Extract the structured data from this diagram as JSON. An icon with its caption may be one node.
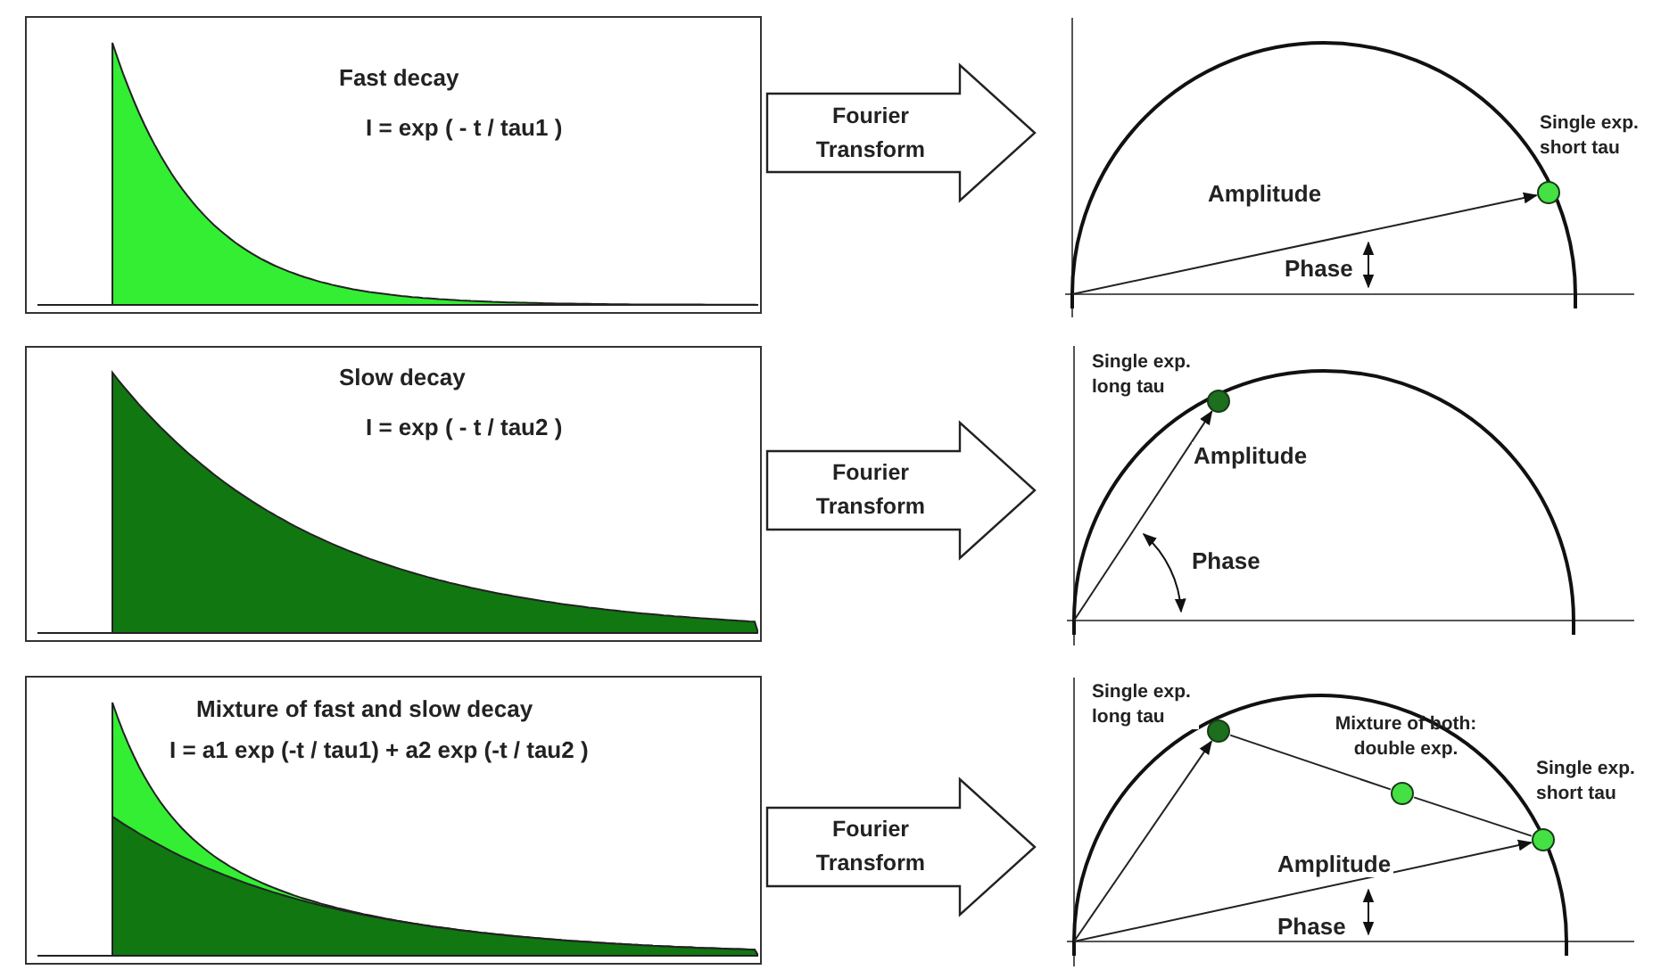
{
  "diagram": {
    "nodes": [
      {
        "text": [
          "Fast decay",
          "I = exp ( - t / tau1 )"
        ]
      },
      {
        "text": [],
        "shape": "picture"
      },
      {
        "text": [],
        "shape": "circle",
        "in": 1,
        "beside": [
          "Single exp. short tau"
        ]
      },
      {
        "text": [
          "Slow decay",
          "I = exp ( - t / tau2 )"
        ]
      },
      {
        "text": [],
        "shape": "picture"
      },
      {
        "text": [],
        "shape": "circle",
        "in": 4,
        "beside": [
          "Single exp. long tau"
        ]
      },
      {
        "text": [
          "Mixture of fast and slow decay",
          "I = a1 exp (-t / tau1) + a2 exp (-t / tau2 )"
        ]
      },
      {
        "text": [],
        "shape": "picture"
      },
      {
        "text": [],
        "shape": "circle",
        "in": 7,
        "beside": [
          "Single exp. long tau"
        ]
      },
      {
        "text": [],
        "shape": "circle",
        "in": 7,
        "beside": [
          "Mixture of both: double exp."
        ]
      },
      {
        "text": [],
        "shape": "circle",
        "in": 7,
        "beside": [
          "Single exp. short tau"
        ]
      }
    ],
    "edges": [
      {
        "from": 0,
        "to": 1,
        "arrow": "to",
        "label": "Fourier Transform"
      },
      {
        "from": null,
        "to": 2,
        "arrow": "to",
        "label": "Amplitude"
      },
      {
        "from": 3,
        "to": 4,
        "arrow": "to",
        "label": "Fourier Transform"
      },
      {
        "from": null,
        "to": 5,
        "arrow": "to",
        "label": "Amplitude"
      },
      {
        "from": 6,
        "to": 7,
        "arrow": "to",
        "label": "Fourier Transform"
      },
      {
        "from": null,
        "to": 8,
        "arrow": "to"
      },
      {
        "from": null,
        "to": 10,
        "arrow": "to",
        "label": "Amplitude"
      },
      {
        "from": 8,
        "to": 9,
        "arrow": "none"
      },
      {
        "from": 9,
        "to": 10,
        "arrow": "none"
      }
    ],
    "labels": [
      "Phase",
      "Phase",
      "Phase"
    ]
  }
}
